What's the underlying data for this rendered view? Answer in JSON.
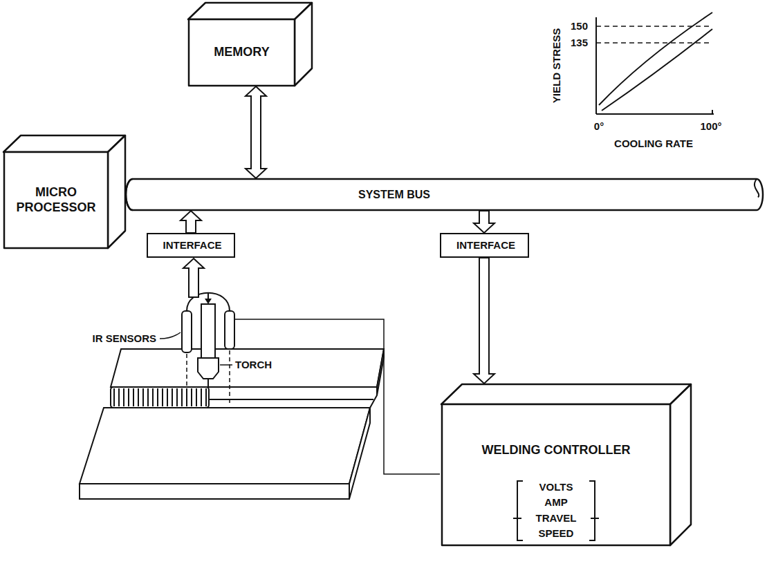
{
  "diagram": {
    "nodes": [
      {
        "text": [
          "MEMORY"
        ]
      },
      {
        "text": [
          "MICRO PROCESSOR"
        ]
      },
      {
        "text": [
          "SYSTEM BUS"
        ]
      },
      {
        "text": [
          "INTERFACE"
        ]
      },
      {
        "text": [
          "INTERFACE"
        ]
      },
      {
        "text": [
          "WELDING CONTROLLER",
          "VOLTS",
          "AMP",
          "TRAVEL",
          "SPEED"
        ]
      }
    ],
    "edges": [
      {
        "from": 0,
        "to": 2,
        "arrow": "both"
      },
      {
        "from": 3,
        "to": 2,
        "arrow": "to"
      },
      {
        "from": 2,
        "to": 4,
        "arrow": "to"
      },
      {
        "from": 4,
        "to": 5,
        "arrow": "to"
      }
    ],
    "labels": [
      "YIELD STRESS",
      "150",
      "135",
      "0°",
      "100°",
      "COOLING RATE",
      "IR SENSORS",
      "TORCH"
    ]
  }
}
